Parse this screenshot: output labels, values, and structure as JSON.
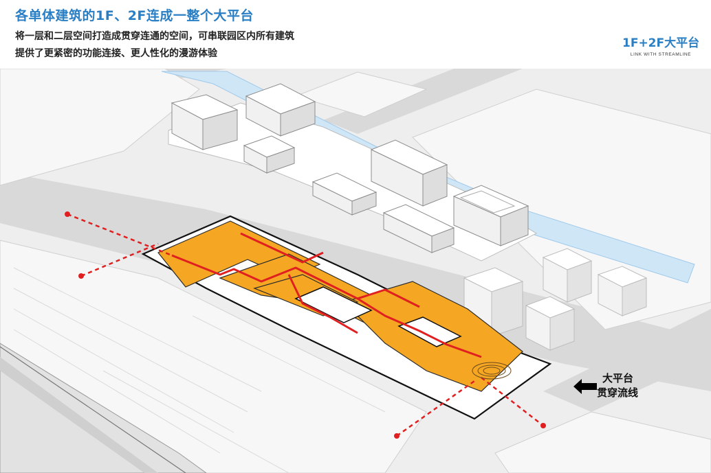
{
  "header": {
    "title": "各单体建筑的1F、2F连成一整个大平台",
    "subtitle_lines": [
      "将一层和二层空间打造成贯穿连通的空间，可串联园区内所有建筑",
      "提供了更紧密的功能连接、更人性化的漫游体验"
    ]
  },
  "badge": {
    "title": "1F+2F大平台",
    "subtitle": "LINK WITH STREAMLINE"
  },
  "legend": {
    "line1": "大平台",
    "line2": "贯穿流线",
    "arrow_icon": "left-arrow-icon"
  },
  "colors": {
    "title_blue": "#2a7fc4",
    "platform_orange": "#f5a623",
    "route_red": "#e02020",
    "river_blue": "#cfe6f7",
    "ground": "#f2f2f2"
  }
}
